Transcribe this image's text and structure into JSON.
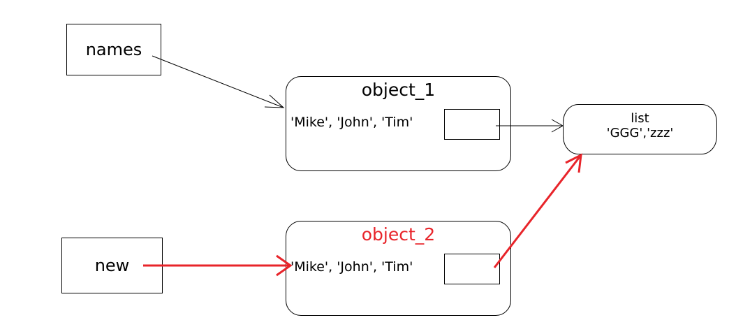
{
  "variables": [
    {
      "id": "names",
      "label": "names"
    },
    {
      "id": "new",
      "label": "new"
    }
  ],
  "objects": [
    {
      "id": "object_1",
      "title": "object_1",
      "title_color": "#000000",
      "values": "'Mike', 'John', 'Tim'"
    },
    {
      "id": "object_2",
      "title": "object_2",
      "title_color": "#e8242a",
      "values": "'Mike', 'John', 'Tim'"
    }
  ],
  "list": {
    "label": "list",
    "values": "'GGG','zzz'"
  },
  "arrows": [
    {
      "from": "names",
      "to": "object_1",
      "color": "#000000"
    },
    {
      "from": "object_1",
      "to": "list",
      "color": "#000000"
    },
    {
      "from": "new",
      "to": "object_2",
      "color": "#e8242a"
    },
    {
      "from": "object_2",
      "to": "list",
      "color": "#e8242a"
    }
  ],
  "colors": {
    "default": "#000000",
    "highlight": "#e8242a",
    "background": "#ffffff"
  }
}
